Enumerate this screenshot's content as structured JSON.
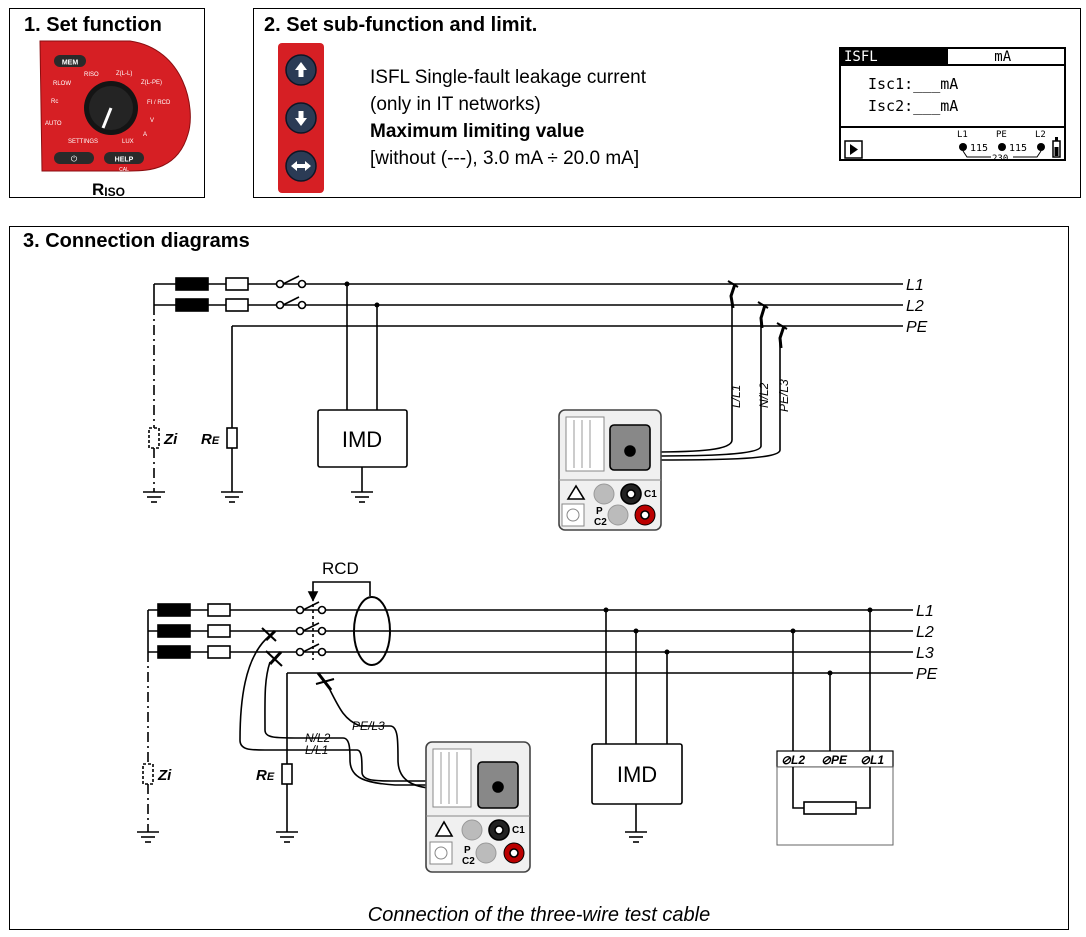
{
  "step1": {
    "title": "1. Set function",
    "dial_labels": {
      "mem": "MEM",
      "rlow": "RLOW",
      "riso": "RISO",
      "zl": "Z(L-L)",
      "zlpe": "Z(L-PE)",
      "fi_rcd": "FI / RCD",
      "rc": "Rc",
      "auto": "AUTO",
      "settings": "SETTINGS",
      "lux": "LUX",
      "v": "V",
      "a": "A",
      "power": "⏻",
      "help": "HELP",
      "cal": "CAL"
    },
    "caption_main": "R",
    "caption_sub": "ISO"
  },
  "step2": {
    "title": "2. Set sub-function and limit.",
    "buttons": [
      "up-arrow",
      "down-arrow",
      "left-right-arrow"
    ],
    "line1": "ISFL Single-fault leakage current",
    "line2": "(only in IT networks)",
    "line3": "Maximum limiting value",
    "line4": "[without (---), 3.0 mA ÷ 20.0 mA]",
    "lcd": {
      "func": "ISFL",
      "limit": "___mA",
      "isc1": "Isc1:___mA",
      "isc2": "Isc2:___mA",
      "l1": "L1",
      "pe": "PE",
      "l2": "L2",
      "v1": "115",
      "v2": "115",
      "v3": "230"
    }
  },
  "step3": {
    "title": "3. Connection diagrams",
    "top": {
      "lines": [
        "L1",
        "L2",
        "PE"
      ],
      "probes": [
        "L/L1",
        "N/L2",
        "PE/L3"
      ],
      "zi": "Zi",
      "re_main": "R",
      "re_sub": "E",
      "imd": "IMD",
      "c1": "C1",
      "p": "P",
      "c2": "C2"
    },
    "bottom": {
      "rcd": "RCD",
      "lines": [
        "L1",
        "L2",
        "L3",
        "PE"
      ],
      "probes": [
        "N/L2",
        "L/L1",
        "PE/L3"
      ],
      "zi": "Zi",
      "re_main": "R",
      "re_sub": "E",
      "imd": "IMD",
      "terminals": [
        "⊘L2",
        "⊘PE",
        "⊘L1"
      ],
      "c1": "C1",
      "p": "P",
      "c2": "C2"
    },
    "caption": "Connection of the three-wire test cable"
  }
}
